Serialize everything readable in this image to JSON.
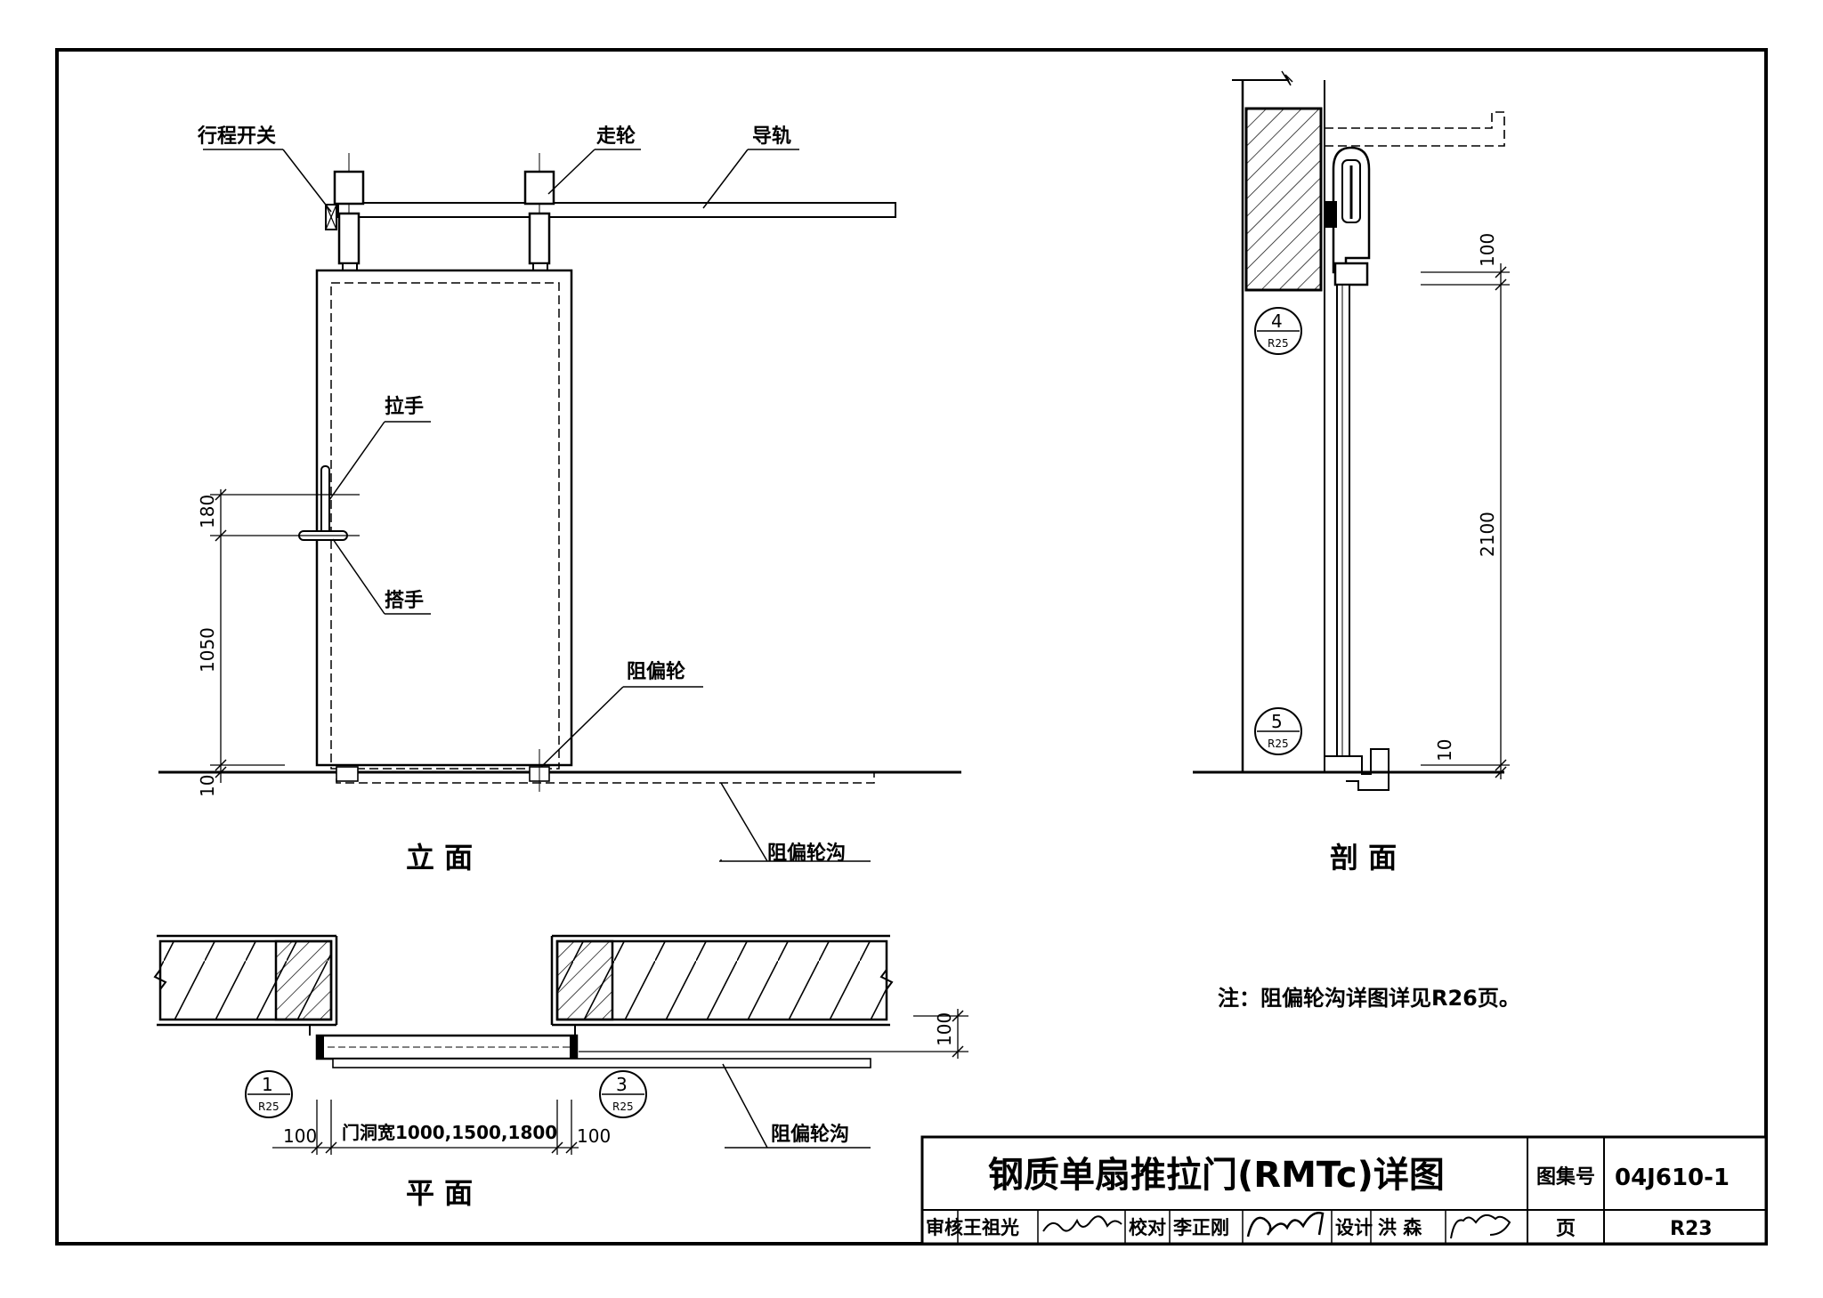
{
  "elevation": {
    "title": "立  面",
    "labels": {
      "limit_switch": "行程开关",
      "wheel": "走轮",
      "rail": "导轨",
      "pull_handle": "拉手",
      "latch": "搭手",
      "guide_wheel": "阻偏轮",
      "guide_groove": "阻偏轮沟"
    },
    "dims": {
      "d180": "180",
      "d1050": "1050",
      "d10": "10"
    }
  },
  "section": {
    "title": "剖  面",
    "dims": {
      "d100": "100",
      "d2100": "2100",
      "d10": "10"
    },
    "ref_top": {
      "num": "4",
      "sheet": "R25"
    },
    "ref_bottom": {
      "num": "5",
      "sheet": "R25"
    }
  },
  "plan": {
    "title": "平  面",
    "guide_groove": "阻偏轮沟",
    "opening_width": "门洞宽1000,1500,1800",
    "dim_left": "100",
    "dim_right": "100",
    "dim_side": "100",
    "ref_left": {
      "num": "1",
      "sheet": "R25"
    },
    "ref_right": {
      "num": "3",
      "sheet": "R25"
    }
  },
  "note": "注：阻偏轮沟详图详见R26页。",
  "title_block": {
    "title": "钢质单扇推拉门(RMTc)详图",
    "atlas_label": "图集号",
    "atlas_no": "04J610-1",
    "review_label": "审核",
    "reviewer": "王祖光",
    "check_label": "校对",
    "checker": "李正刚",
    "design_label": "设计",
    "designer": "洪  森",
    "page_label": "页",
    "page_no": "R23"
  }
}
